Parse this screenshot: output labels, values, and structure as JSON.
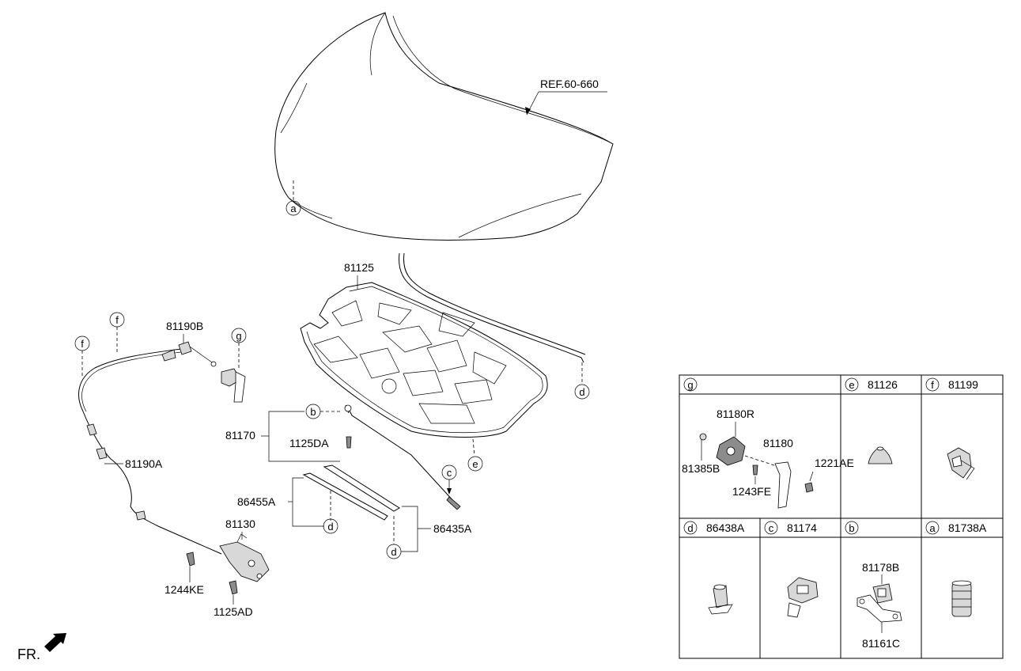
{
  "ref_label": "REF.60-660",
  "front_label": "FR.",
  "callouts": {
    "a": "a",
    "b": "b",
    "c": "c",
    "d": "d",
    "e": "e",
    "f": "f",
    "g": "g"
  },
  "parts": {
    "p81125": "81125",
    "p81190B": "81190B",
    "p81190A": "81190A",
    "p81170": "81170",
    "p1125DA": "1125DA",
    "p86455A": "86455A",
    "p86435A": "86435A",
    "p81130": "81130",
    "p1244KE": "1244KE",
    "p1125AD": "1125AD"
  },
  "table": {
    "g": {
      "letter": "g",
      "parts": [
        "81180R",
        "81385B",
        "81180",
        "1221AE",
        "1243FE"
      ]
    },
    "e": {
      "letter": "e",
      "part": "81126"
    },
    "f": {
      "letter": "f",
      "part": "81199"
    },
    "d": {
      "letter": "d",
      "part": "86438A"
    },
    "c": {
      "letter": "c",
      "part": "81174"
    },
    "b": {
      "letter": "b",
      "parts": [
        "81178B",
        "81161C"
      ]
    },
    "a": {
      "letter": "a",
      "part": "81738A"
    }
  }
}
